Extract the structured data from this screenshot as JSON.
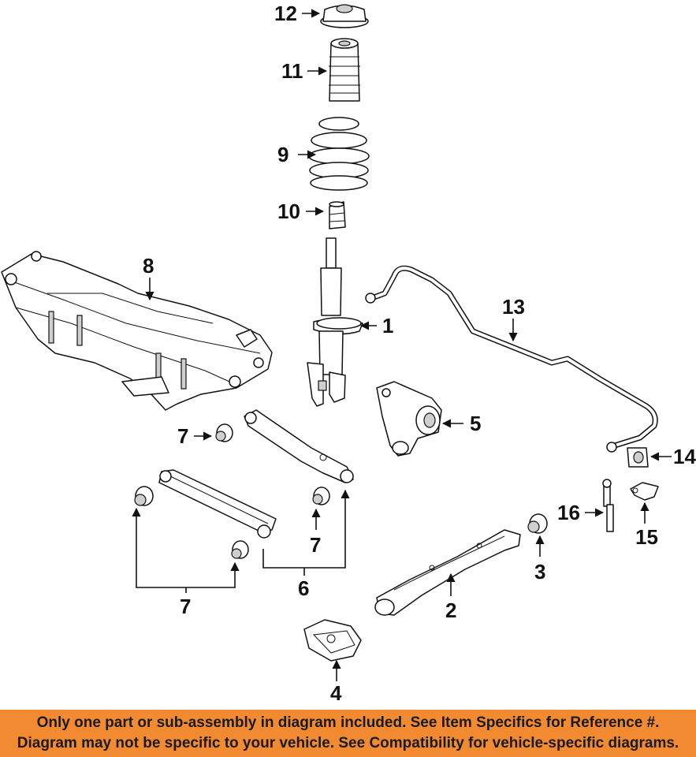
{
  "callouts": {
    "c1": "1",
    "c2": "2",
    "c3": "3",
    "c4": "4",
    "c5": "5",
    "c6": "6",
    "c7a": "7",
    "c7b": "7",
    "c7c": "7",
    "c8": "8",
    "c9": "9",
    "c10": "10",
    "c11": "11",
    "c12": "12",
    "c13": "13",
    "c14": "14",
    "c15": "15",
    "c16": "16"
  },
  "banner": {
    "line1": "Only one part or sub-assembly in diagram included. See Item Specifics for Reference #.",
    "line2": "Diagram may not be specific to your vehicle. See Compatibility for vehicle-specific diagrams."
  },
  "colors": {
    "banner": "#f28a32",
    "ink": "#111111"
  }
}
